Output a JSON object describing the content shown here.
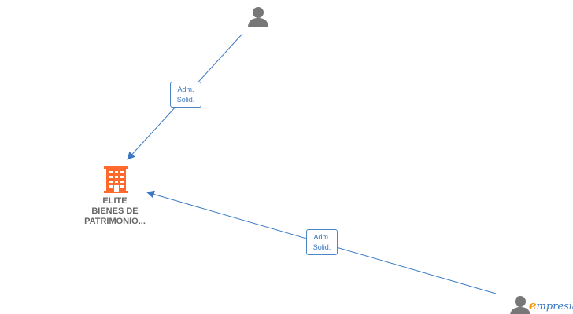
{
  "nodes": {
    "company": {
      "name": "ELITE\nBIENES DE\nPATRIMONIO...",
      "icon": "building-icon",
      "color": "#ff6a2c"
    },
    "person_top": {
      "icon": "person-icon",
      "color": "#777777"
    },
    "person_bottom": {
      "icon": "person-icon",
      "color": "#777777"
    }
  },
  "edges": [
    {
      "from": "person_top",
      "to": "company",
      "label": "Adm.\nSolid."
    },
    {
      "from": "person_bottom",
      "to": "company",
      "label": "Adm.\nSolid."
    }
  ],
  "edge_color": "#3a78c2",
  "watermark": {
    "text_initial": "e",
    "text_rest": "mpresia"
  }
}
